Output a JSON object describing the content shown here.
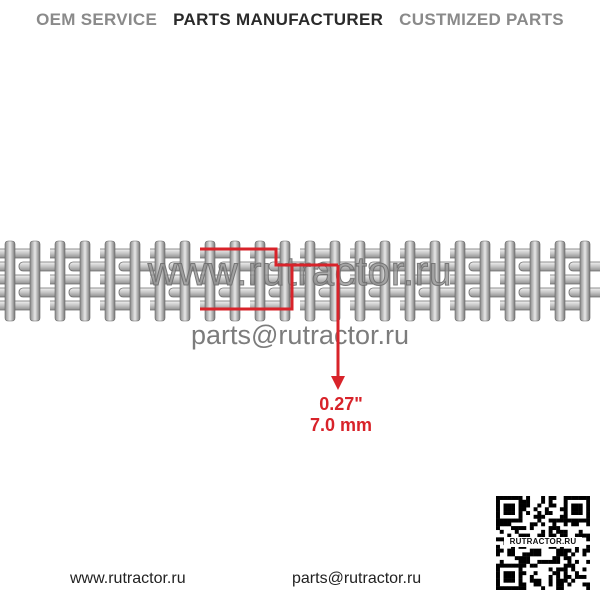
{
  "header": {
    "items": [
      "OEM SERVICE",
      "PARTS MANUFACTURER",
      "CUSTMIZED PARTS"
    ]
  },
  "watermark": {
    "url": "www.rutractor.ru",
    "email": "parts@rutractor.ru"
  },
  "dimension": {
    "inches": "0.27\"",
    "mm": "7.0 mm",
    "color": "#d8232a"
  },
  "footer": {
    "url": "www.rutractor.ru",
    "email": "parts@rutractor.ru"
  },
  "qr": {
    "label": "RUTRACTOR.RU"
  }
}
